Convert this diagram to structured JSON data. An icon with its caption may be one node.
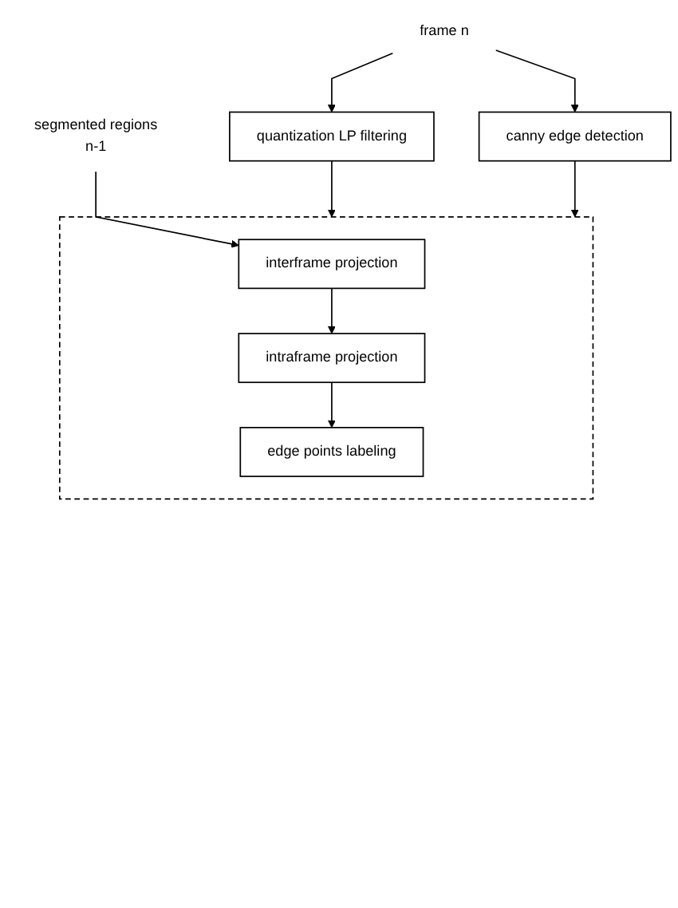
{
  "diagram": {
    "nodes": [
      {
        "text": [
          "frame n"
        ]
      },
      {
        "text": [
          "quantization LP filtering"
        ]
      },
      {
        "text": [
          "canny edge detection"
        ]
      },
      {
        "text": [],
        "shape": "box"
      },
      {
        "text": [
          "segmented regions",
          "n-1"
        ]
      },
      {
        "text": [
          "interframe projection"
        ],
        "in": 3
      },
      {
        "text": [
          "intraframe projection"
        ],
        "in": 3
      },
      {
        "text": [
          "edge points labeling"
        ],
        "in": 3
      }
    ],
    "edges": [
      {
        "from": 0,
        "to": 1,
        "arrow": "to"
      },
      {
        "from": 0,
        "to": 2,
        "arrow": "to"
      },
      {
        "from": 1,
        "to": 3,
        "arrow": "to"
      },
      {
        "from": 2,
        "to": 3,
        "arrow": "to"
      },
      {
        "from": 4,
        "to": 5,
        "arrow": "to"
      },
      {
        "from": 5,
        "to": 6,
        "arrow": "to"
      },
      {
        "from": 6,
        "to": 7,
        "arrow": "to"
      }
    ]
  }
}
